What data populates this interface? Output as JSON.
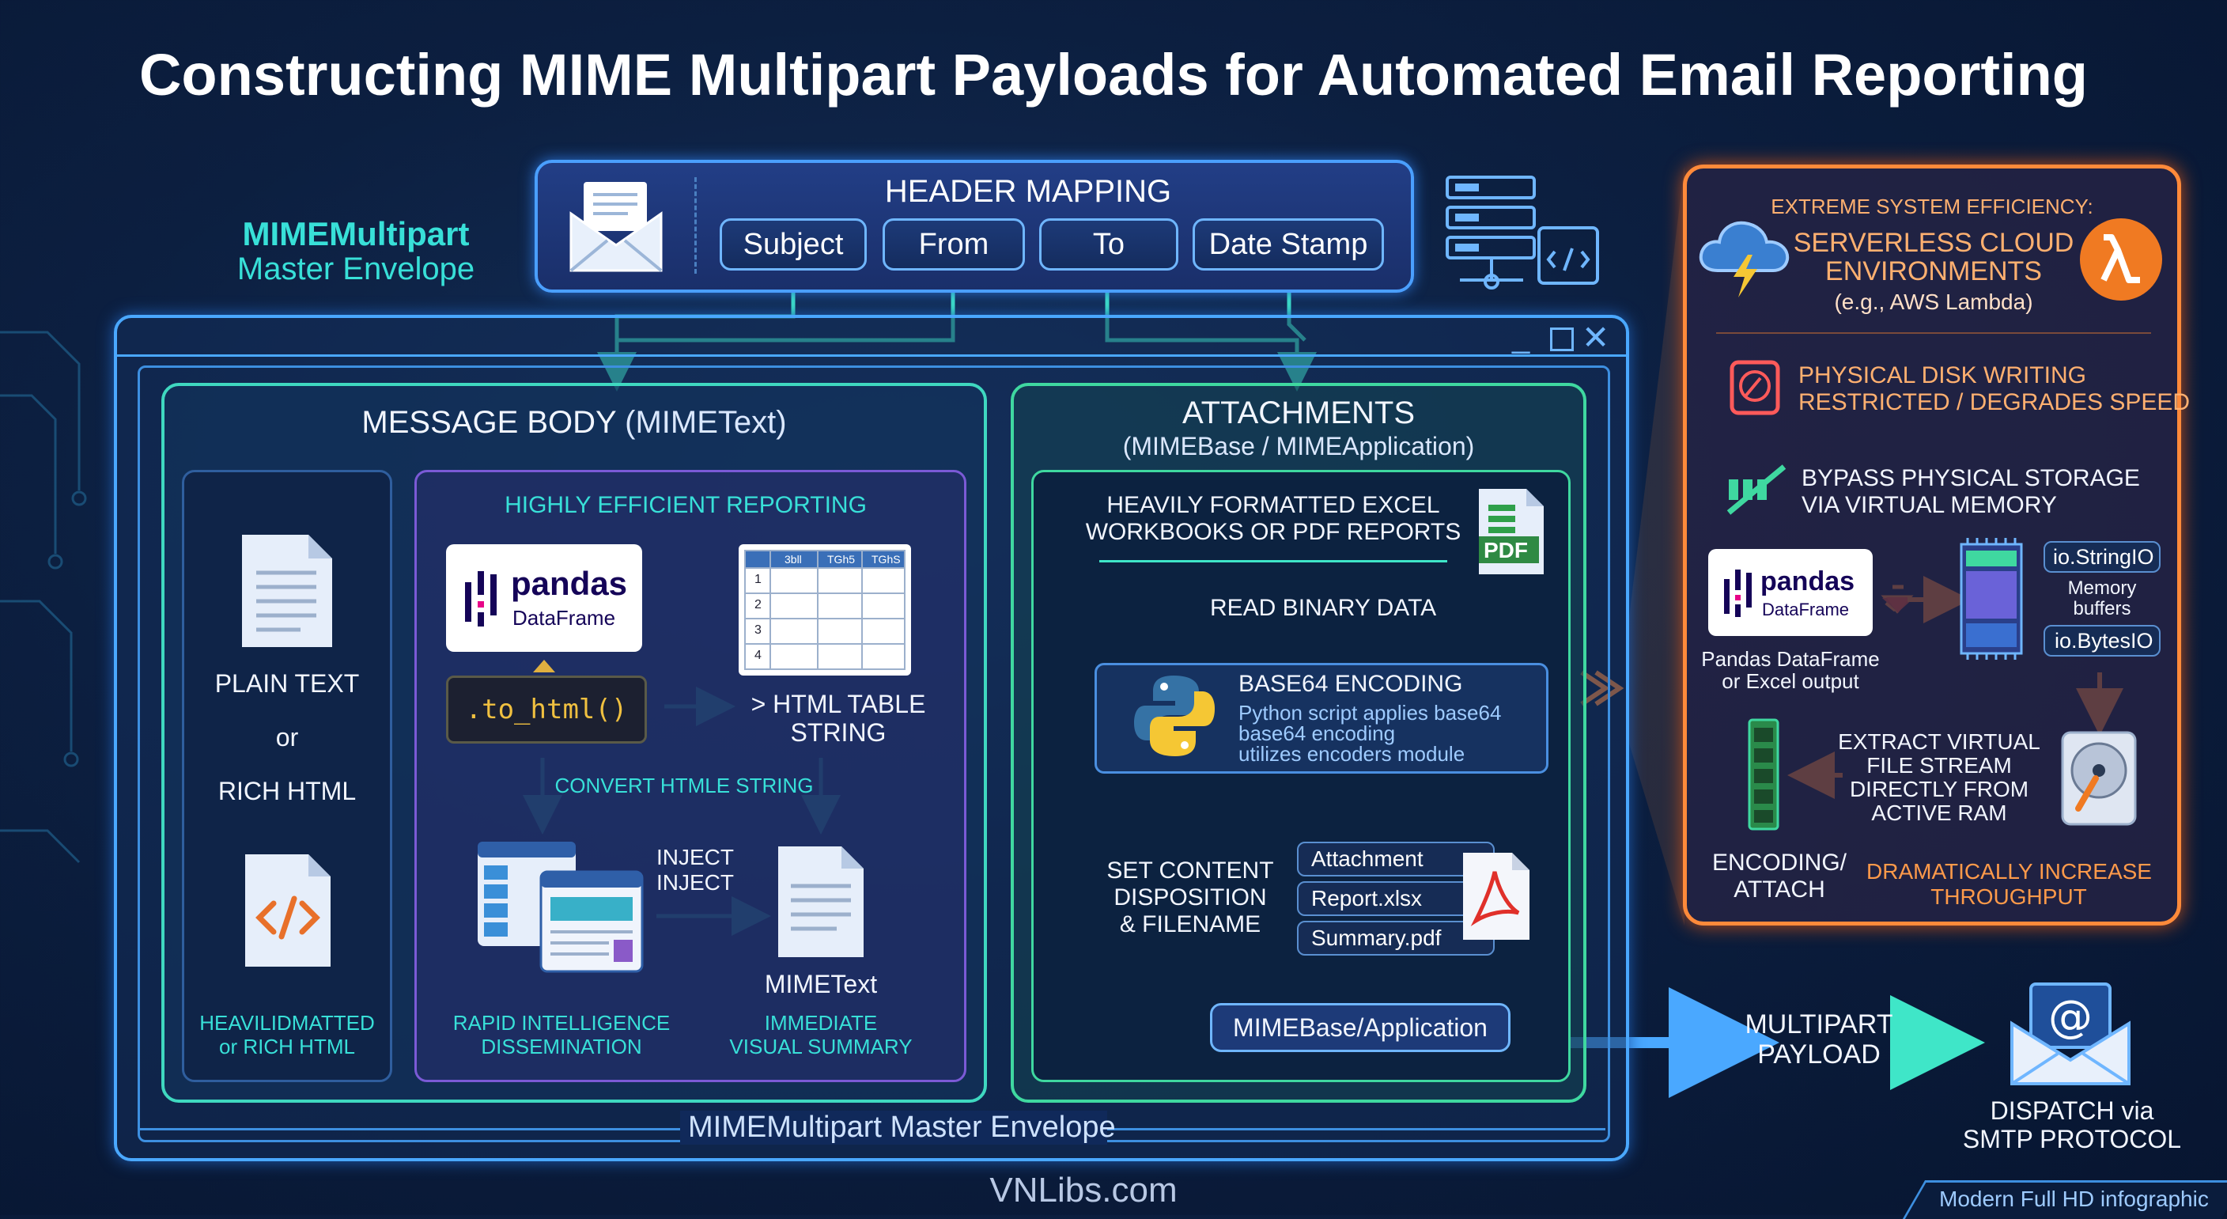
{
  "title": "Constructing MIME Multipart Payloads for Automated Email Reporting",
  "envelope_label": {
    "line1": "MIMEMultipart",
    "line2": "Master Envelope"
  },
  "envelope_footer": "MIMEMultipart Master Envelope",
  "header_mapping": {
    "title": "HEADER MAPPING",
    "fields": [
      "Subject",
      "From",
      "To",
      "Date Stamp"
    ]
  },
  "message_body": {
    "title_bold": "MESSAGE BODY",
    "title_rest": "(MIMEText)",
    "left_col": {
      "plain_text": "PLAIN TEXT",
      "or": "or",
      "rich_html": "RICH HTML",
      "caption_line1": "HEAVILIDMATTED",
      "caption_line2": "or RICH HTML"
    },
    "reporting": {
      "title": "HIGHLY EFFICIENT REPORTING",
      "pandas_name": "pandas",
      "pandas_sub": "DataFrame",
      "method": ".to_html()",
      "html_table_line1": "> HTML TABLE",
      "html_table_line2": "STRING",
      "table_headers": [
        "3bll",
        "TGh5",
        "TGhS"
      ],
      "table_rows": [
        "1",
        "2",
        "3",
        "4"
      ],
      "convert_label": "CONVERT HTMLE STRING",
      "inject_line1": "INJECT",
      "inject_line2": "INJECT",
      "mimetext_label": "MIMEText",
      "caption_left_line1": "RAPID INTELLIGENCE",
      "caption_left_line2": "DISSEMINATION",
      "caption_right_line1": "IMMEDIATE",
      "caption_right_line2": "VISUAL SUMMARY"
    }
  },
  "attachments": {
    "title": "ATTACHMENTS",
    "subtitle": "(MIMEBase / MIMEApplication)",
    "excel_line1": "HEAVILY FORMATTED EXCEL",
    "excel_line2": "WORKBOOKS OR PDF REPORTS",
    "pdf_badge": "PDF",
    "read_binary": "READ BINARY DATA",
    "base64": {
      "title": "BASE64 ENCODING",
      "line1": "Python script applies base64",
      "line2": "base64 encoding",
      "line3": "utilizes encoders module"
    },
    "content_disposition": [
      "SET CONTENT",
      "DISPOSITION",
      "& FILENAME"
    ],
    "files": [
      "Attachment",
      "Report.xlsx",
      "Summary.pdf"
    ],
    "result": "MIMEBase/Application"
  },
  "multipart_payload": {
    "line1": "MULTIPART",
    "line2": "PAYLOAD"
  },
  "dispatch": {
    "line1": "DISPATCH via",
    "line2": "SMTP PROTOCOL"
  },
  "efficiency": {
    "heading": "EXTREME SYSTEM EFFICIENCY:",
    "serverless_line1": "SERVERLESS CLOUD",
    "serverless_line2": "ENVIRONMENTS",
    "serverless_note": "(e.g., AWS Lambda)",
    "disk_line1": "PHYSICAL DISK WRITING",
    "disk_line2": "RESTRICTED / DEGRADES SPEED",
    "bypass_line1": "BYPASS PHYSICAL STORAGE",
    "bypass_line2": "VIA VIRTUAL MEMORY",
    "pandas_name": "pandas",
    "pandas_sub": "DataFrame",
    "pandas_caption_line1": "Pandas DataFrame",
    "pandas_caption_line2": "or Excel output",
    "stringio": "io.StringIO",
    "bytesio": "io.BytesIO",
    "memory_line1": "Memory",
    "memory_line2": "buffers",
    "extract_line1": "EXTRACT VIRTUAL",
    "extract_line2": "FILE STREAM",
    "extract_line3": "DIRECTLY FROM",
    "extract_line4": "ACTIVE RAM",
    "encoding_line1": "ENCODING/",
    "encoding_line2": "ATTACH",
    "throughput_line1": "DRAMATICALLY INCREASE",
    "throughput_line2": "THROUGHPUT"
  },
  "footer": {
    "site": "VNLibs.com",
    "note": "Modern Full HD infographic"
  },
  "colors": {
    "cyan": "#38e0d8",
    "orange": "#ff8a3a",
    "blue_border": "#4aa8ff",
    "background": "#0c1f40"
  }
}
